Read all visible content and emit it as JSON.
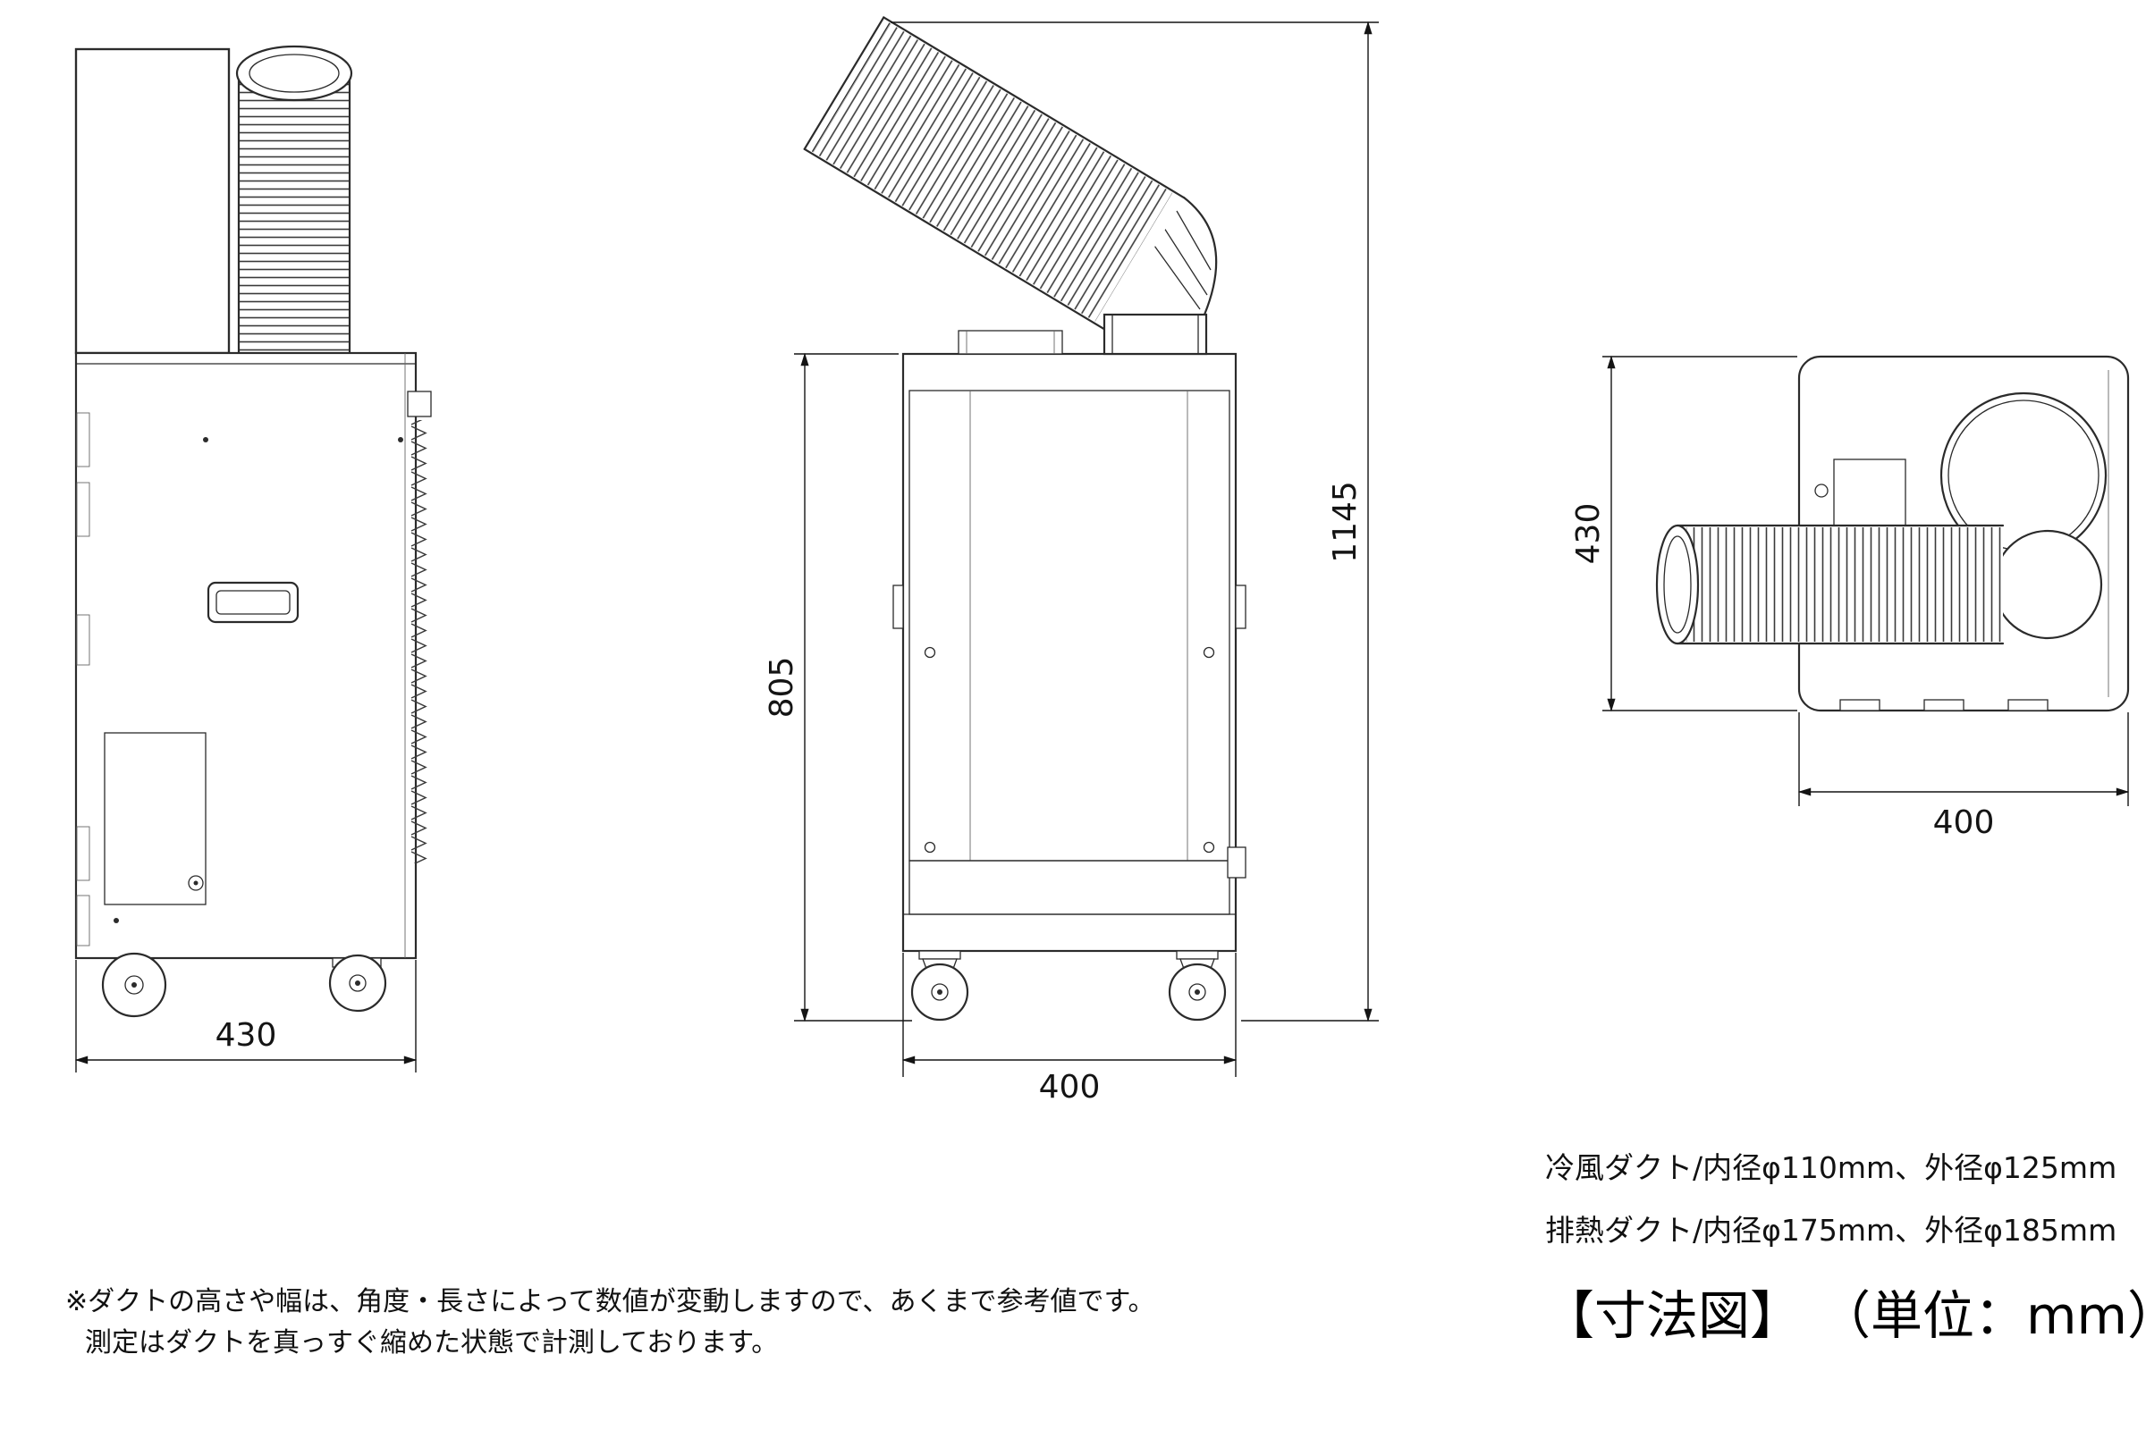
{
  "drawing": {
    "side_view": {
      "width": "430"
    },
    "front_view": {
      "body_height": "805",
      "total_height": "1145",
      "width": "400"
    },
    "top_view": {
      "depth": "430",
      "width": "400"
    }
  },
  "specs": {
    "cold_duct": "冷風ダクト/内径φ110mm、外径φ125mm",
    "exhaust_duct": "排熱ダクト/内径φ175mm、外径φ185mm"
  },
  "title": {
    "label": "【寸法図】",
    "unit": "（単位：mm）"
  },
  "notes": {
    "line1": "※ダクトの高さや幅は、角度・長さによって数値が変動しますので、あくまで参考値です。",
    "line2": "測定はダクトを真っすぐ縮めた状態で計測しております。"
  },
  "colors": {
    "line": "#2b2b2b",
    "background": "#ffffff"
  }
}
